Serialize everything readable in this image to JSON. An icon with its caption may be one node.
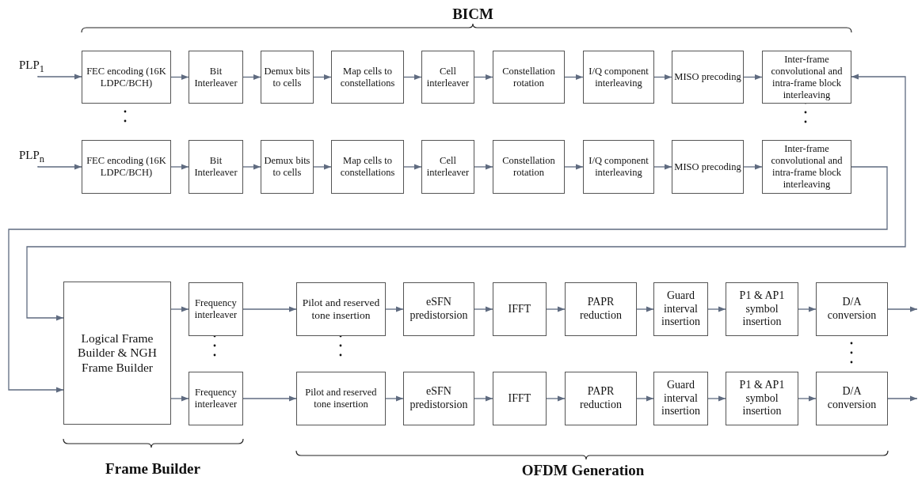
{
  "diagram": {
    "nodes": [
      {
        "text": [
          "PLP$_{1}$"
        ]
      },
      {
        "text": [
          "PLP$_{n}$"
        ]
      },
      {
        "text": [
          "FEC encoding (16K LDPC/BCH)"
        ]
      },
      {
        "text": [
          "Bit Interleaver"
        ]
      },
      {
        "text": [
          "Demux bits to cells"
        ]
      },
      {
        "text": [
          "Map cells to constellations"
        ]
      },
      {
        "text": [
          "Cell interleaver"
        ]
      },
      {
        "text": [
          "Constellation rotation"
        ]
      },
      {
        "text": [
          "I/Q component interleaving"
        ]
      },
      {
        "text": [
          "MISO precoding"
        ]
      },
      {
        "text": [
          "Inter-frame convolutional and intra-frame block interleaving"
        ]
      },
      {
        "text": [
          "FEC encoding (16K LDPC/BCH)"
        ]
      },
      {
        "text": [
          "Bit Interleaver"
        ]
      },
      {
        "text": [
          "Demux bits to cells"
        ]
      },
      {
        "text": [
          "Map cells to constellations"
        ]
      },
      {
        "text": [
          "Cell interleaver"
        ]
      },
      {
        "text": [
          "Constellation rotation"
        ]
      },
      {
        "text": [
          "I/Q component interleaving"
        ]
      },
      {
        "text": [
          "MISO precoding"
        ]
      },
      {
        "text": [
          "Inter-frame convolutional and intra-frame block interleaving"
        ]
      },
      {
        "text": [
          "Logical Frame Builder & NGH Frame Builder"
        ]
      },
      {
        "text": [
          "Frequency interleaver"
        ]
      },
      {
        "text": [
          "Frequency interleaver"
        ]
      },
      {
        "text": [
          "Pilot and reserved tone insertion"
        ]
      },
      {
        "text": [
          "eSFN predistorsion"
        ]
      },
      {
        "text": [
          "IFFT"
        ]
      },
      {
        "text": [
          "PAPR reduction"
        ]
      },
      {
        "text": [
          "Guard interval insertion"
        ]
      },
      {
        "text": [
          "P1 & AP1 symbol insertion"
        ]
      },
      {
        "text": [
          "D/A conversion"
        ]
      },
      {
        "text": [
          "Pilot and reserved tone insertion"
        ]
      },
      {
        "text": [
          "eSFN predistorsion"
        ]
      },
      {
        "text": [
          "IFFT"
        ]
      },
      {
        "text": [
          "PAPR reduction"
        ]
      },
      {
        "text": [
          "Guard interval insertion"
        ]
      },
      {
        "text": [
          "P1 & AP1 symbol insertion"
        ]
      },
      {
        "text": [
          "D/A conversion"
        ]
      }
    ],
    "edges": [
      {
        "from": 0,
        "to": 2,
        "arrow": "to"
      },
      {
        "from": 2,
        "to": 3,
        "arrow": "to"
      },
      {
        "from": 3,
        "to": 4,
        "arrow": "to"
      },
      {
        "from": 4,
        "to": 5,
        "arrow": "to"
      },
      {
        "from": 5,
        "to": 6,
        "arrow": "to"
      },
      {
        "from": 6,
        "to": 7,
        "arrow": "to"
      },
      {
        "from": 7,
        "to": 8,
        "arrow": "to"
      },
      {
        "from": 8,
        "to": 9,
        "arrow": "to"
      },
      {
        "from": 9,
        "to": 10,
        "arrow": "to"
      },
      {
        "from": 1,
        "to": 11,
        "arrow": "to"
      },
      {
        "from": 11,
        "to": 12,
        "arrow": "to"
      },
      {
        "from": 12,
        "to": 13,
        "arrow": "to"
      },
      {
        "from": 13,
        "to": 14,
        "arrow": "to"
      },
      {
        "from": 14,
        "to": 15,
        "arrow": "to"
      },
      {
        "from": 15,
        "to": 16,
        "arrow": "to"
      },
      {
        "from": 16,
        "to": 17,
        "arrow": "to"
      },
      {
        "from": 17,
        "to": 18,
        "arrow": "to"
      },
      {
        "from": 18,
        "to": 19,
        "arrow": "to"
      },
      {
        "from": 10,
        "to": 20,
        "arrow": "both"
      },
      {
        "from": 19,
        "to": 20,
        "arrow": "to"
      },
      {
        "from": 20,
        "to": 21,
        "arrow": "to"
      },
      {
        "from": 20,
        "to": 22,
        "arrow": "to"
      },
      {
        "from": 21,
        "to": 23,
        "arrow": "to"
      },
      {
        "from": 22,
        "to": 30,
        "arrow": "to"
      },
      {
        "from": 23,
        "to": 24,
        "arrow": "to"
      },
      {
        "from": 24,
        "to": 25,
        "arrow": "to"
      },
      {
        "from": 25,
        "to": 26,
        "arrow": "to"
      },
      {
        "from": 26,
        "to": 27,
        "arrow": "to"
      },
      {
        "from": 27,
        "to": 28,
        "arrow": "to"
      },
      {
        "from": 28,
        "to": 29,
        "arrow": "to"
      },
      {
        "from": 30,
        "to": 31,
        "arrow": "to"
      },
      {
        "from": 31,
        "to": 32,
        "arrow": "to"
      },
      {
        "from": 32,
        "to": 33,
        "arrow": "to"
      },
      {
        "from": 33,
        "to": 34,
        "arrow": "to"
      },
      {
        "from": 34,
        "to": 35,
        "arrow": "to"
      },
      {
        "from": 35,
        "to": 36,
        "arrow": "to"
      },
      {
        "from": 29,
        "to": null,
        "arrow": "to"
      },
      {
        "from": 36,
        "to": null,
        "arrow": "to"
      }
    ],
    "labels": [
      "BICM",
      "Frame Builder",
      "OFDM Generation"
    ]
  }
}
